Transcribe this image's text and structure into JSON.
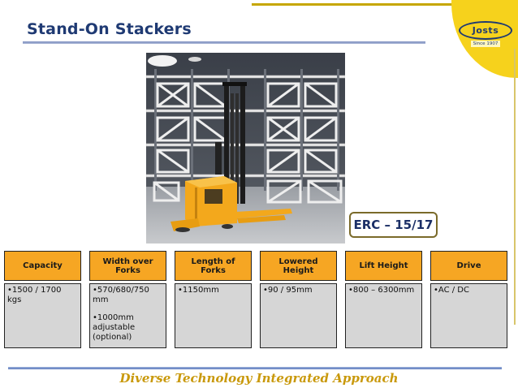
{
  "slide": {
    "title": "Stand-On Stackers",
    "logo": {
      "brand": "Josts",
      "since": "Since 1907"
    },
    "model": "ERC – 15/17",
    "footer": "Diverse Technology Integrated Approach"
  },
  "specs": [
    {
      "header": "Capacity",
      "lines": [
        "•1500 / 1700 kgs"
      ]
    },
    {
      "header": "Width over Forks",
      "lines": [
        "•570/680/750 mm",
        "•1000mm adjustable (optional)"
      ]
    },
    {
      "header": "Length of Forks",
      "lines": [
        "•1150mm"
      ]
    },
    {
      "header": "Lowered Height",
      "lines": [
        "•90 / 95mm"
      ]
    },
    {
      "header": "Lift Height",
      "lines": [
        "•800 – 6300mm"
      ]
    },
    {
      "header": "Drive",
      "lines": [
        "•AC / DC"
      ]
    }
  ],
  "colors": {
    "title": "#1f3a73",
    "header_fill": "#f6a623",
    "body_fill": "#d6d6d6",
    "footer": "#c9990c",
    "logo_yellow": "#f6d21c"
  }
}
